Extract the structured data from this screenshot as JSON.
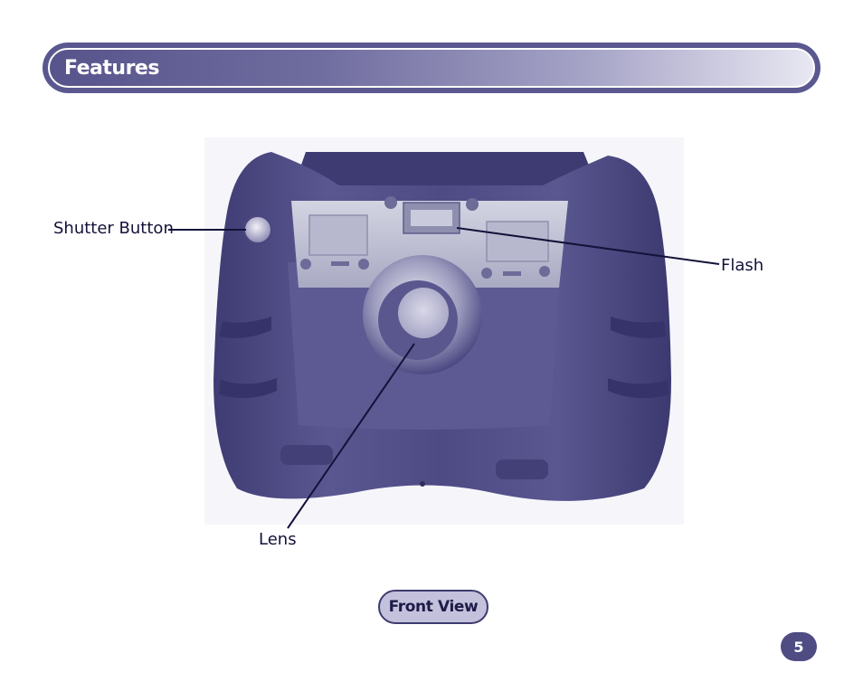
{
  "header": {
    "title": "Features"
  },
  "callouts": {
    "shutter": "Shutter Button",
    "flash": "Flash",
    "lens": "Lens"
  },
  "caption": "Front View",
  "page_number": "5",
  "colors": {
    "band": "#5b5890",
    "camera_body": "#4e4b86",
    "camera_face": "#c4c5d6",
    "caption_fill": "#c3c1dc",
    "page_badge": "#4f4c84"
  }
}
